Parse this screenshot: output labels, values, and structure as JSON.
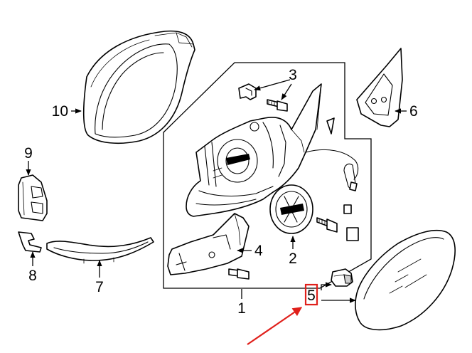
{
  "diagram": {
    "callouts": [
      {
        "id": "1",
        "label": "1"
      },
      {
        "id": "2",
        "label": "2"
      },
      {
        "id": "3",
        "label": "3"
      },
      {
        "id": "4",
        "label": "4"
      },
      {
        "id": "5",
        "label": "5"
      },
      {
        "id": "6",
        "label": "6"
      },
      {
        "id": "7",
        "label": "7"
      },
      {
        "id": "8",
        "label": "8"
      },
      {
        "id": "9",
        "label": "9"
      },
      {
        "id": "10",
        "label": "10"
      }
    ],
    "highlight": {
      "target": "5",
      "color": "#e0201b"
    },
    "colors": {
      "line": "#000000",
      "background": "#ffffff",
      "highlight_arrow": "#e0201b"
    }
  }
}
